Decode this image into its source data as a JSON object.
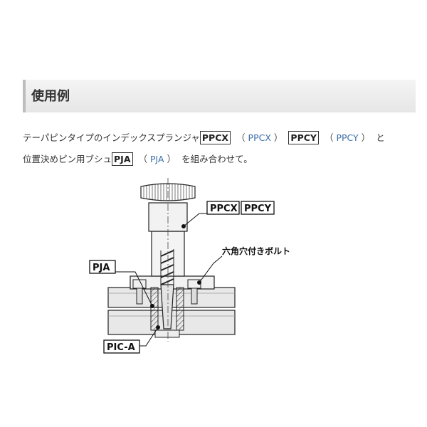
{
  "section": {
    "title": "使用例"
  },
  "text": {
    "line1_prefix": "テーパピンタイプのインデックスプランジャ",
    "ppcx_code": "PPCX",
    "ppcx_link": "PPCX",
    "ppcy_code": "PPCY",
    "ppcy_link": "PPCY",
    "line1_suffix": "と",
    "line2_prefix": "位置決めピン用ブシュ",
    "pja_code": "PJA",
    "pja_link": "PJA",
    "line2_suffix": "を組み合わせて。",
    "paren_open": "（",
    "paren_close": "）"
  },
  "diagram": {
    "label_ppcx": "PPCX",
    "label_ppcy": "PPCY",
    "label_bolt": "六角穴付きボルト",
    "label_pja": "PJA",
    "label_pica": "PIC-A"
  },
  "colors": {
    "link": "#3a6ea8",
    "header_bg": "#ececec",
    "line": "#111111"
  }
}
